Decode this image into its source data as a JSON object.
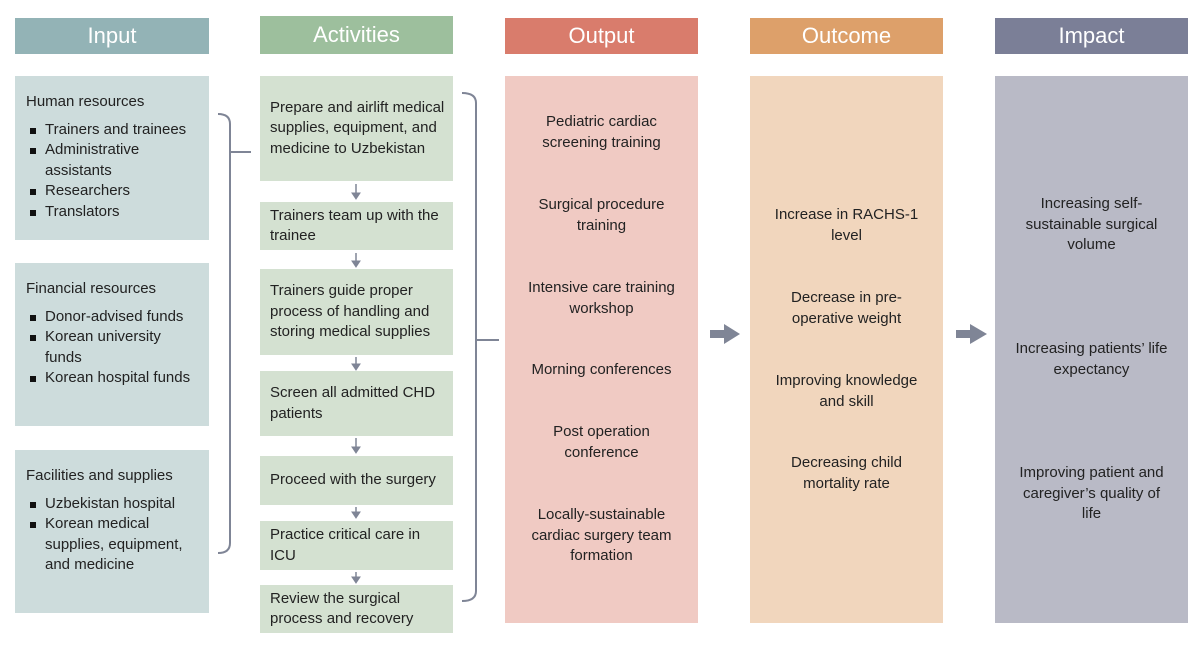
{
  "headers": {
    "input": "Input",
    "activities": "Activities",
    "output": "Output",
    "outcome": "Outcome",
    "impact": "Impact"
  },
  "input_groups": [
    {
      "title": "Human resources",
      "items": [
        "Trainers and trainees",
        "Administrative assistants",
        "Researchers",
        "Translators"
      ]
    },
    {
      "title": "Financial resources",
      "items": [
        "Donor-advised funds",
        "Korean university funds",
        "Korean hospital funds"
      ]
    },
    {
      "title": "Facilities and supplies",
      "items": [
        "Uzbekistan hospital",
        "Korean medical supplies, equipment, and medicine"
      ]
    }
  ],
  "activities": [
    "Prepare and airlift medical supplies, equipment, and medicine to Uzbekistan",
    "Trainers team up with the trainee",
    "Trainers guide proper process of handling and storing medical supplies",
    "Screen all admitted CHD patients",
    "Proceed with the surgery",
    "Practice critical care in ICU",
    "Review the surgical process and recovery"
  ],
  "outputs": [
    "Pediatric cardiac screening training",
    "Surgical procedure training",
    "Intensive care training workshop",
    "Morning conferences",
    "Post operation conference",
    "Locally-sustainable cardiac surgery team formation"
  ],
  "outcomes": [
    "Increase in RACHS-1 level",
    "Decrease in pre-operative weight",
    "Improving knowledge and skill",
    "Decreasing child mortality rate"
  ],
  "impacts": [
    "Increasing self-sustainable surgical volume",
    "Increasing patients’ life expectancy",
    "Improving patient and caregiver’s quality of life"
  ],
  "colors": {
    "input_header": "#93b3b6",
    "activities_header": "#9dbf9d",
    "output_header": "#d97c6c",
    "outcome_header": "#dda06a",
    "impact_header": "#7b7f97",
    "connector": "#7f8596"
  }
}
